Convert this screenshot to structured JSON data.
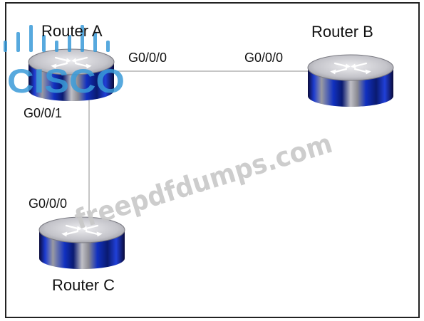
{
  "diagram": {
    "routers": {
      "a": {
        "name": "Router A"
      },
      "b": {
        "name": "Router B"
      },
      "c": {
        "name": "Router C"
      }
    },
    "interfaces": {
      "a_g000": "G0/0/0",
      "b_g000": "G0/0/0",
      "a_g001": "G0/0/1",
      "c_g000": "G0/0/0"
    },
    "links": [
      {
        "from": "Router A",
        "from_if": "G0/0/0",
        "to": "Router B",
        "to_if": "G0/0/0"
      },
      {
        "from": "Router A",
        "from_if": "G0/0/1",
        "to": "Router C",
        "to_if": "G0/0/0"
      }
    ]
  },
  "overlays": {
    "logo_text": "CISCO",
    "watermark": "freepdfdumps.com"
  },
  "colors": {
    "frame": "#222222",
    "link_line": "#b4b4b4",
    "logo_blue": "#3a9bd9",
    "watermark_gray": "#c8c8c8",
    "router_body_blue": "#0b1f8a",
    "router_body_gray": "#8a8a8a"
  }
}
